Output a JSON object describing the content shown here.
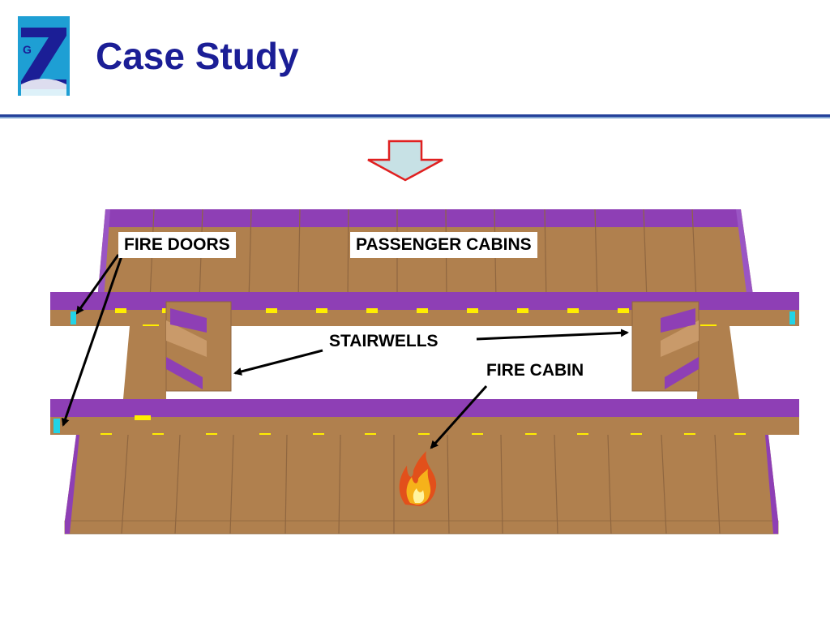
{
  "header": {
    "title": "Case Study",
    "logo_letter": "G",
    "logo_mark": "Z"
  },
  "colors": {
    "title": "#1b1e96",
    "floor": "#b0804e",
    "wall": "#8e3fb5",
    "door": "#ffee00",
    "fire_door": "#22d3e6",
    "arrow_down": "#c7e1e5",
    "arrow_outline": "#e02020"
  },
  "diagram": {
    "labels": {
      "fire_doors": "FIRE DOORS",
      "passenger_cabins": "PASSENGER CABINS",
      "stairwells": "STAIRWELLS",
      "fire_cabin": "FIRE CABIN"
    }
  }
}
